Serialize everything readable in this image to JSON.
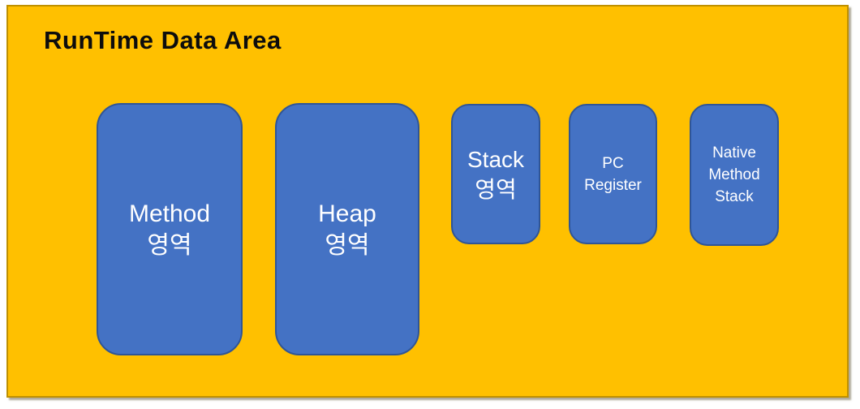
{
  "title": "RunTime Data Area",
  "colors": {
    "frame_fill": "#FFC000",
    "frame_border": "#BF9000",
    "box_fill": "#4472C4",
    "box_border": "#2F5597",
    "box_text": "#FFFFFF",
    "title_text": "#0D0D0D"
  },
  "boxes": [
    {
      "id": "method-area",
      "lines": [
        "Method",
        "영역"
      ]
    },
    {
      "id": "heap-area",
      "lines": [
        "Heap",
        "영역"
      ]
    },
    {
      "id": "stack-area",
      "lines": [
        "Stack",
        "영역"
      ]
    },
    {
      "id": "pc-register",
      "lines": [
        "PC",
        "Register"
      ]
    },
    {
      "id": "native-method-stack",
      "lines": [
        "Native",
        "Method",
        "Stack"
      ]
    }
  ]
}
